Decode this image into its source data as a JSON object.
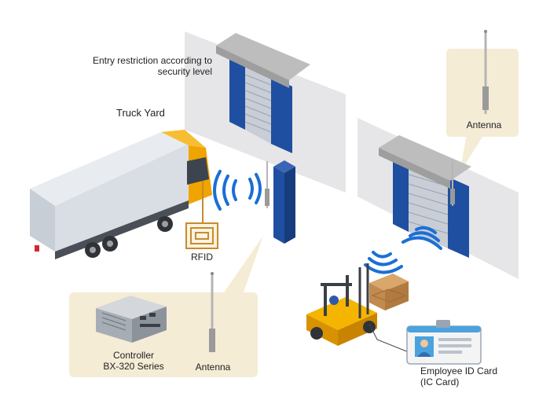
{
  "labels": {
    "entry_restriction": [
      "Entry restriction according to",
      "security level"
    ],
    "truck_yard": "Truck Yard",
    "rfid": "RFID",
    "antenna_top": "Antenna",
    "antenna_bottom": "Antenna",
    "controller": [
      "Controller",
      "BX-320 Series"
    ],
    "employee_card": [
      "Employee ID Card",
      "(IC Card)"
    ]
  },
  "colors": {
    "callout_fill": "#f5ecd6",
    "door_blue": "#1f4fa0",
    "signal_blue": "#1a6fd6",
    "truck_yellow": "#f0a400",
    "rfid_tag": "#c88b2a"
  }
}
